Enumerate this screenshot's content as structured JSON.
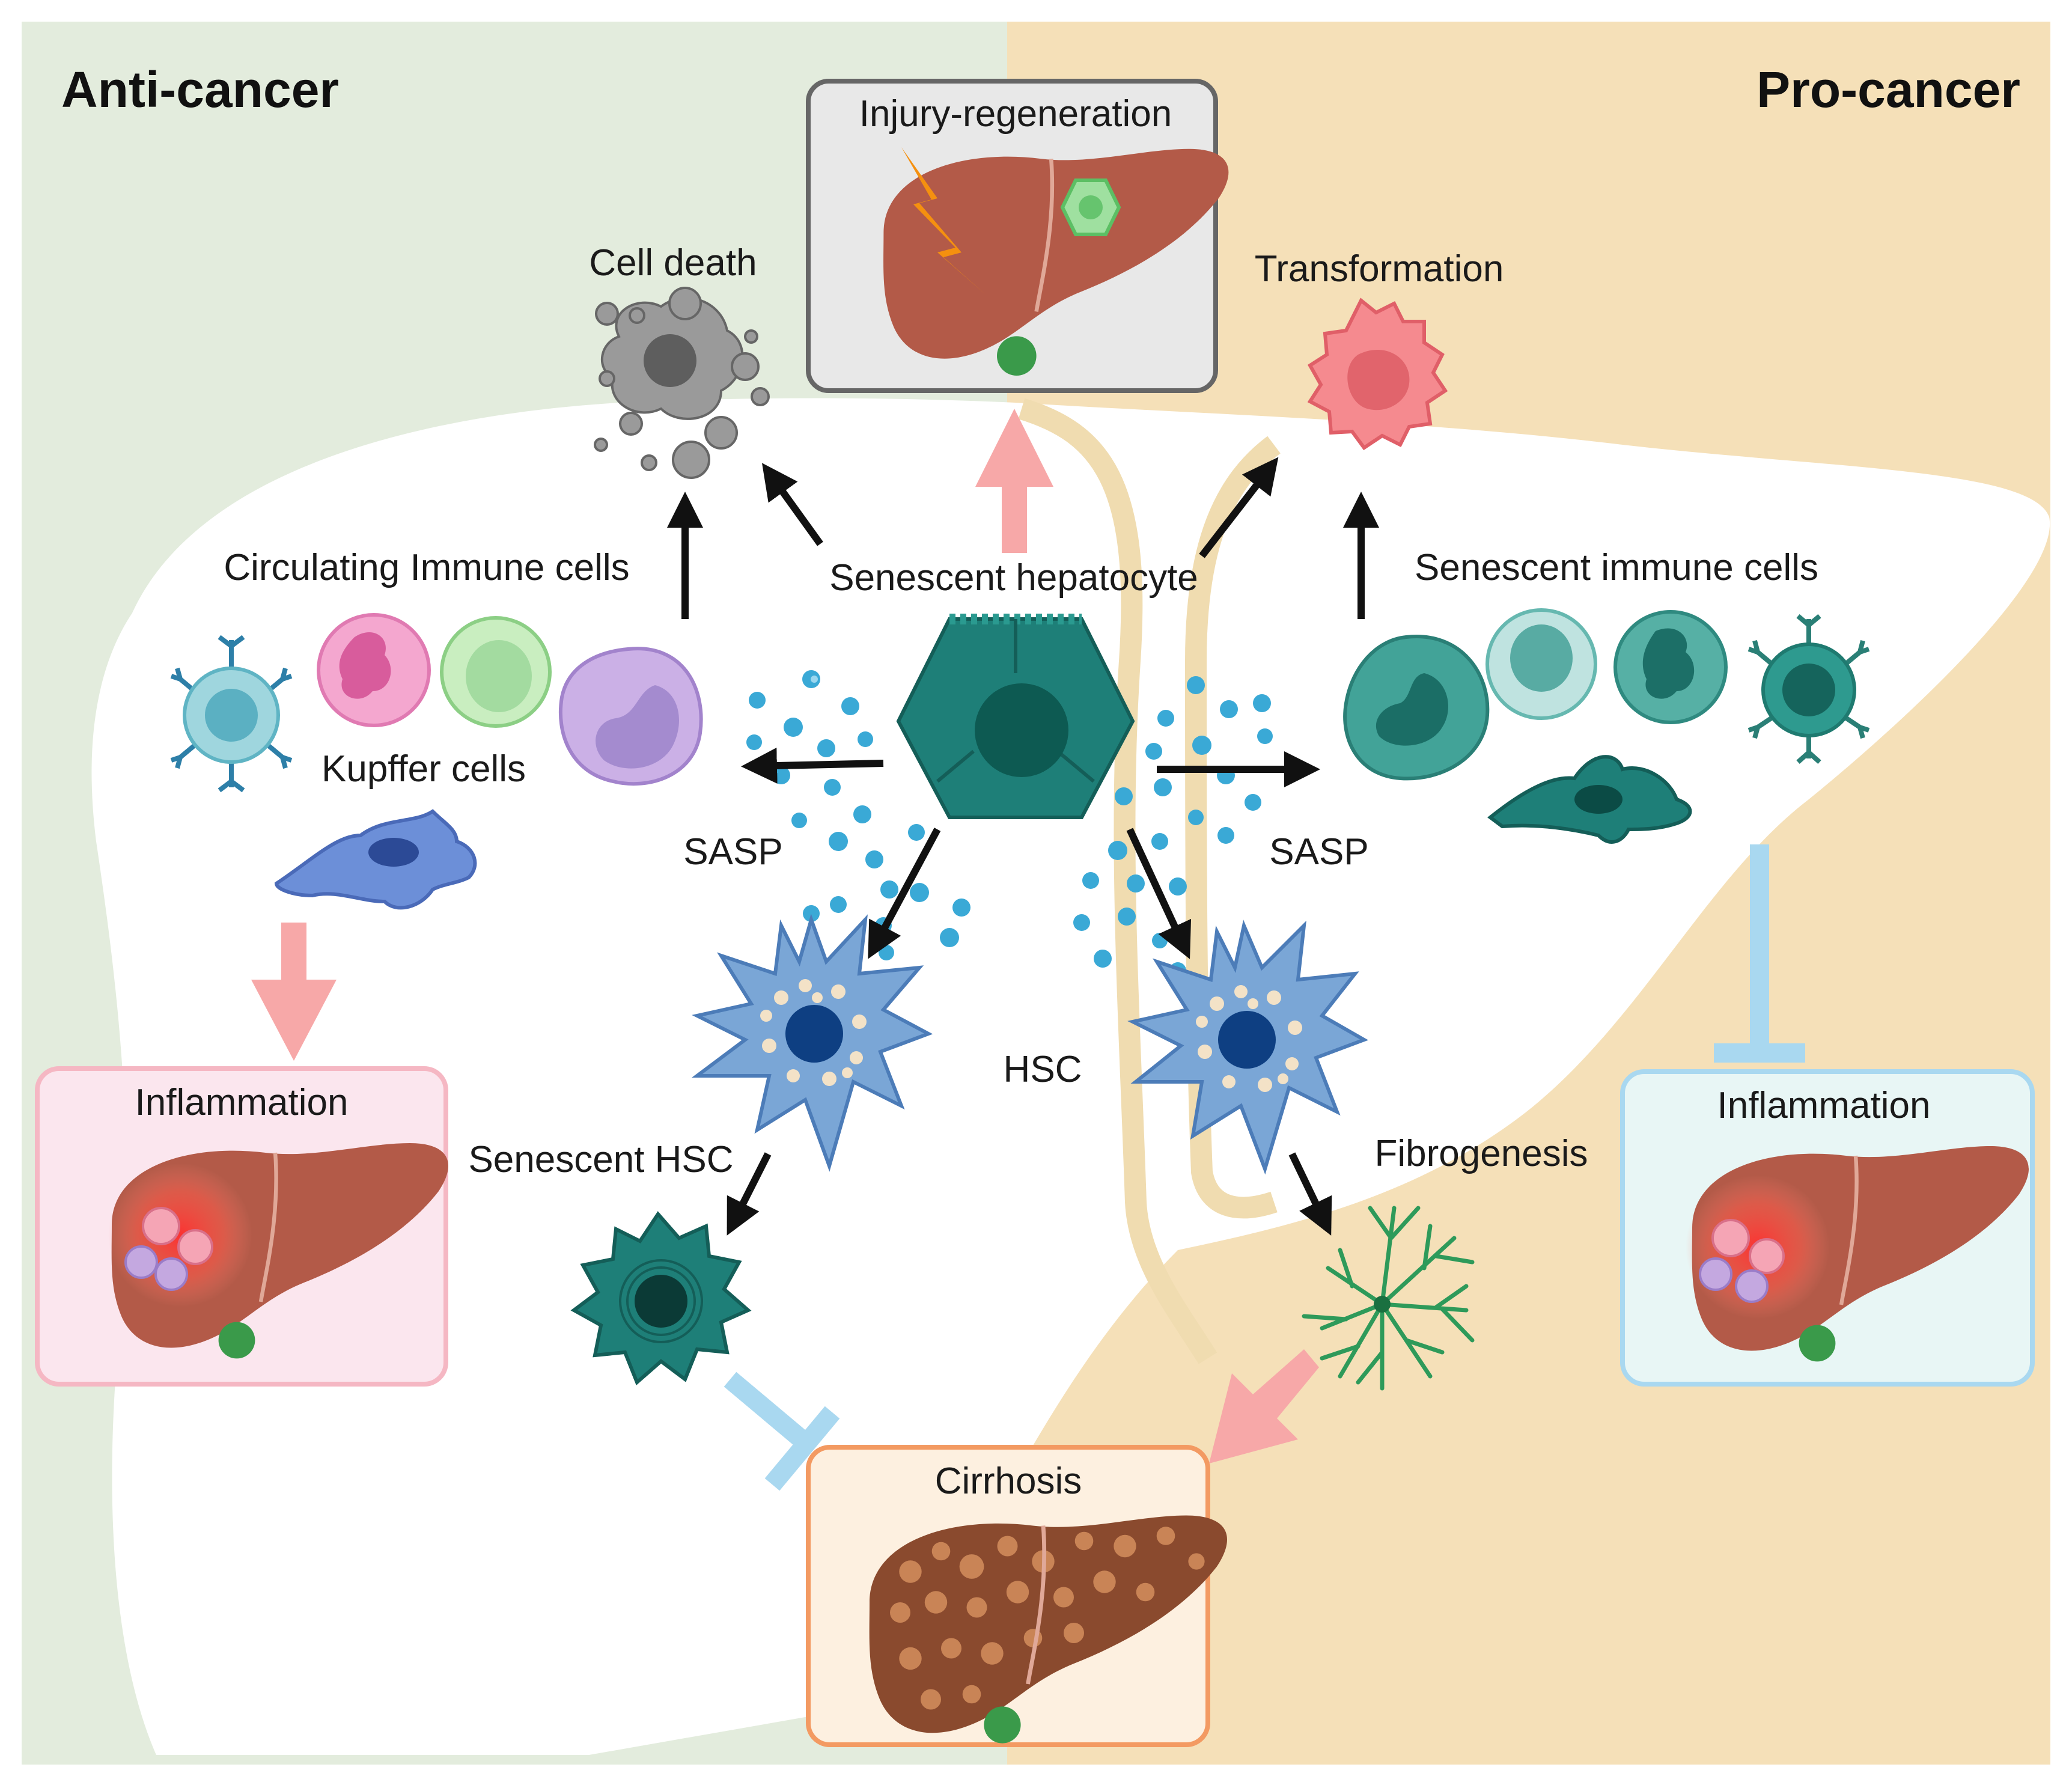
{
  "panels": {
    "left_title": "Anti-cancer",
    "right_title": "Pro-cancer"
  },
  "labels": {
    "injury_regeneration": "Injury-regeneration",
    "cell_death": "Cell death",
    "transformation": "Transformation",
    "circulating_immune_cells": "Circulating Immune cells",
    "senescent_hepatocyte": "Senescent hepatocyte",
    "senescent_immune_cells": "Senescent immune cells",
    "kupffer_cells": "Kupffer cells",
    "sasp_left": "SASP",
    "sasp_right": "SASP",
    "hsc": "HSC",
    "senescent_hsc": "Senescent HSC",
    "fibrogenesis": "Fibrogenesis",
    "inflammation_left": "Inflammation",
    "inflammation_right": "Inflammation",
    "cirrhosis": "Cirrhosis"
  },
  "colors": {
    "anti_cancer_bg": "#e3ecdd",
    "pro_cancer_bg": "#f5e0b8",
    "liver_silhouette": "#ffffff",
    "stimulatory_arrow": "#f7a8a8",
    "inhibitory_arrow": "#a9d8f0",
    "senescent_teal": "#1e7f78",
    "hsc_blue": "#6f9fcf",
    "sasp_dot": "#3aa9d6"
  }
}
